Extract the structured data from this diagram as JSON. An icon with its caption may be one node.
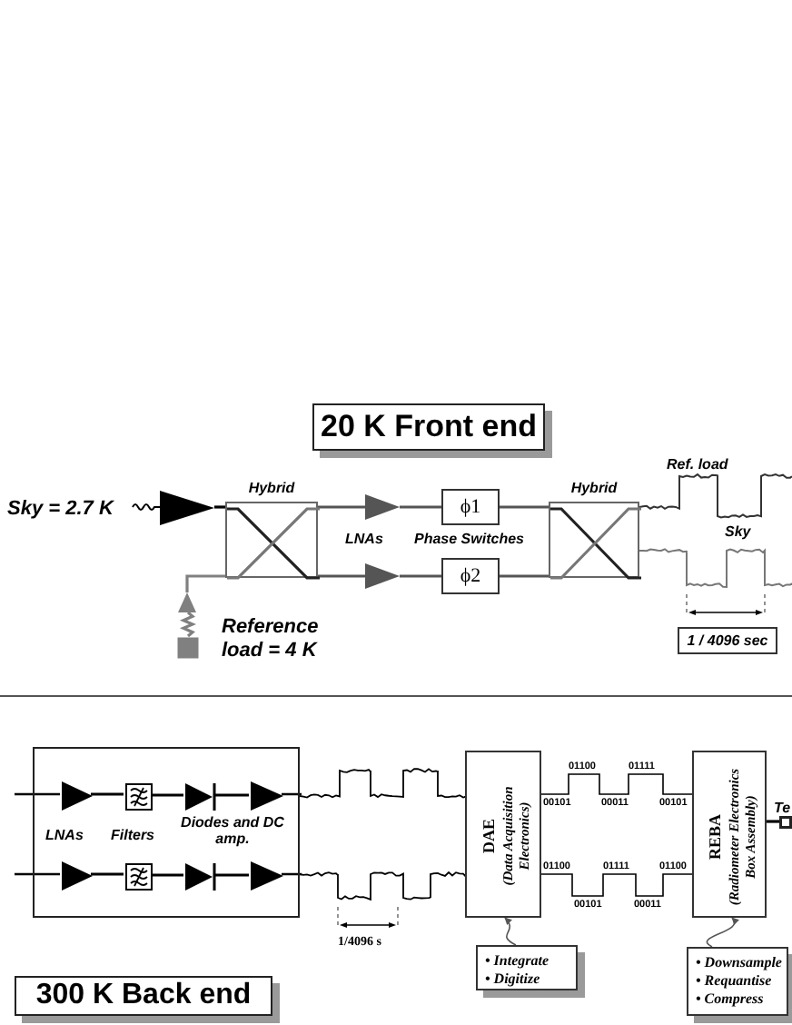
{
  "diagram": {
    "nodes": [
      {
        "text": [
          "20 K Front end"
        ]
      },
      {
        "text": [
          "Sky = 2.7 K"
        ]
      },
      {
        "text": [],
        "shape": "triangle"
      },
      {
        "text": [
          "Hybrid"
        ]
      },
      {
        "text": [],
        "shape": "triangle"
      },
      {
        "text": [
          "ϕ1"
        ]
      },
      {
        "text": [
          "Hybrid"
        ]
      },
      {
        "text": [],
        "shape": "triangle"
      },
      {
        "text": [
          "ϕ2"
        ]
      },
      {
        "text": [],
        "shape": "triangle"
      },
      {
        "text": [],
        "shape": "box",
        "beside": [
          "Reference load = 4 K"
        ]
      },
      {
        "text": [
          "1 / 4096 sec"
        ]
      },
      {
        "text": [],
        "shape": "box"
      },
      {
        "text": [],
        "shape": "triangle",
        "in": 12
      },
      {
        "text": [],
        "shape": "filter",
        "in": 12
      },
      {
        "text": [],
        "shape": "diode",
        "in": 12
      },
      {
        "text": [],
        "shape": "triangle",
        "in": 12
      },
      {
        "text": [],
        "shape": "triangle",
        "in": 12
      },
      {
        "text": [],
        "shape": "filter",
        "in": 12
      },
      {
        "text": [],
        "shape": "diode",
        "in": 12
      },
      {
        "text": [],
        "shape": "triangle",
        "in": 12
      },
      {
        "text": [
          "DAE",
          "(Data Acquisition Electronics)"
        ]
      },
      {
        "text": [
          "• Integrate",
          "• Digitize"
        ]
      },
      {
        "text": [
          "REBA",
          "(Radiometer Electronics Box Assembly)"
        ]
      },
      {
        "text": [
          "• Downsample",
          "• Requantise",
          "• Compress"
        ]
      },
      {
        "text": [
          "300 K Back end"
        ]
      },
      {
        "text": [],
        "shape": "box"
      }
    ],
    "edges": [
      {
        "from": 2,
        "to": 3,
        "arrow": "none",
        "color": "#000000"
      },
      {
        "from": 3,
        "to": 4,
        "arrow": "none"
      },
      {
        "from": 4,
        "to": 5,
        "arrow": "none"
      },
      {
        "from": 5,
        "to": 6,
        "arrow": "none"
      },
      {
        "from": 3,
        "to": 7,
        "arrow": "none"
      },
      {
        "from": 7,
        "to": 8,
        "arrow": "none"
      },
      {
        "from": 8,
        "to": 6,
        "arrow": "none"
      },
      {
        "from": 10,
        "to": 9,
        "arrow": "none",
        "color": "#808080"
      },
      {
        "from": 9,
        "to": 3,
        "arrow": "none",
        "color": "#808080"
      },
      {
        "from": 13,
        "to": 14,
        "arrow": "none",
        "color": "#000000"
      },
      {
        "from": 14,
        "to": 15,
        "arrow": "none",
        "color": "#000000"
      },
      {
        "from": 15,
        "to": 16,
        "arrow": "none",
        "color": "#000000"
      },
      {
        "from": 17,
        "to": 18,
        "arrow": "none",
        "color": "#000000"
      },
      {
        "from": 18,
        "to": 19,
        "arrow": "none",
        "color": "#000000"
      },
      {
        "from": 19,
        "to": 20,
        "arrow": "none",
        "color": "#000000"
      },
      {
        "from": 23,
        "to": 26,
        "arrow": "none",
        "color": "#000000"
      },
      {
        "from": 22,
        "to": 21,
        "arrow": "to"
      },
      {
        "from": 24,
        "to": 23,
        "arrow": "to"
      },
      {
        "from": 1,
        "to": 2,
        "arrow": "none",
        "color": "#000000"
      },
      {
        "from": 6,
        "to": null,
        "arrow": "none",
        "color": "#333333"
      },
      {
        "from": 6,
        "to": null,
        "arrow": "none",
        "color": "#777777"
      },
      {
        "from": 12,
        "to": 21,
        "arrow": "none",
        "color": "#000000"
      },
      {
        "from": 12,
        "to": 21,
        "arrow": "none",
        "color": "#000000"
      },
      {
        "from": 21,
        "to": 23,
        "arrow": "none",
        "color": "#000000"
      },
      {
        "from": 21,
        "to": 23,
        "arrow": "none",
        "color": "#000000"
      }
    ],
    "labels": [
      "LNAs",
      "Phase Switches",
      "Ref. load",
      "Sky",
      "LNAs",
      "Filters",
      "Diodes and DC amp.",
      "1/4096 s",
      "01100",
      "01111",
      "00101",
      "00011",
      "00101",
      "01100",
      "01111",
      "01100",
      "00101",
      "00011",
      "Te"
    ]
  }
}
